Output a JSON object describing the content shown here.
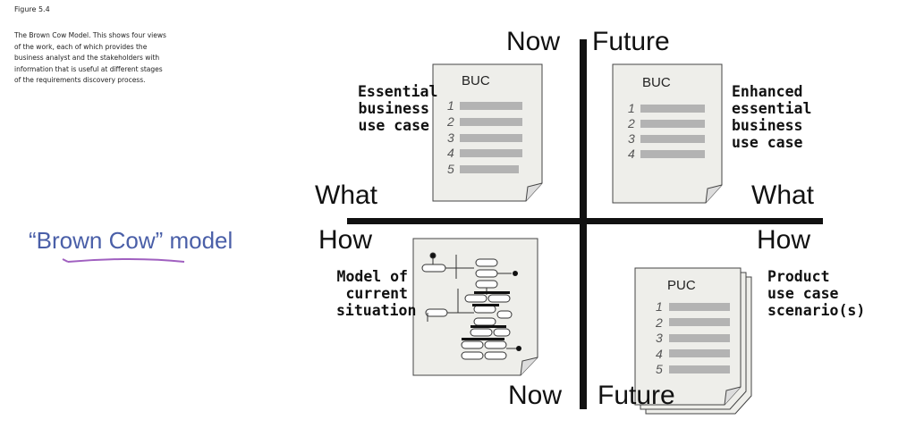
{
  "caption": {
    "title": "Figure 5.4",
    "body": "The Brown Cow Model. This shows four views of the work, each of which provides the business analyst and the stakeholders with information that is useful at different stages of the requirements discovery process."
  },
  "model_title": "“Brown Cow” model",
  "axes": {
    "now_top": "Now",
    "future_top": "Future",
    "what_left": "What",
    "what_right": "What",
    "how_left": "How",
    "how_right": "How",
    "now_bottom": "Now",
    "future_bottom": "Future"
  },
  "quadrants": {
    "top_left": {
      "label": "Essential business use case",
      "doc_title": "BUC",
      "numbers": [
        "1",
        "2",
        "3",
        "4",
        "5"
      ]
    },
    "top_right": {
      "label": "Enhanced essential business use case",
      "doc_title": "BUC",
      "numbers": [
        "1",
        "2",
        "3",
        "4"
      ]
    },
    "bottom_left": {
      "label": "Model of current situation"
    },
    "bottom_right": {
      "label": "Product use case scenario(s)",
      "doc_title": "PUC",
      "numbers": [
        "1",
        "2",
        "3",
        "4",
        "5"
      ]
    }
  },
  "colors": {
    "axis": "#111111",
    "doc_fill": "#eeeeea",
    "doc_bar": "#b3b3b3",
    "model_title": "#4a5fa8",
    "underline": "#a060c0"
  }
}
